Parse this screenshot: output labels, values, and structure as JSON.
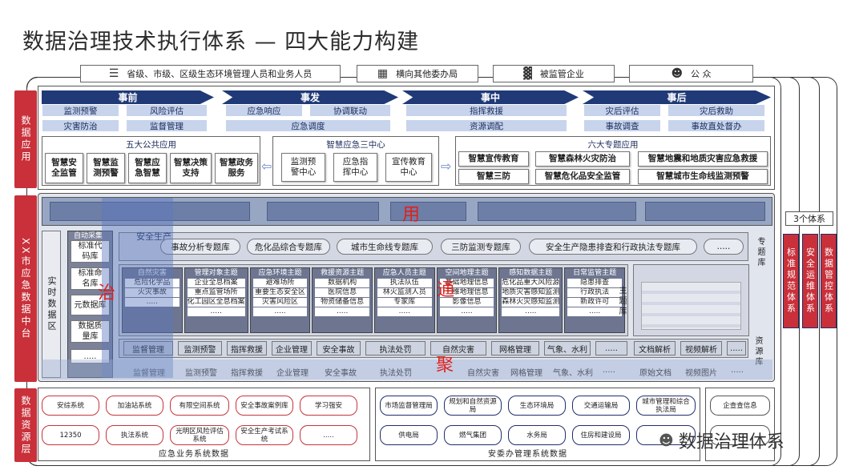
{
  "title": "数据治理技术执行体系 — 四大能力构建",
  "users": [
    {
      "icon": "person-list-icon",
      "label": "省级、市级、区级生态环境管理人员和业务人员"
    },
    {
      "icon": "building-icon",
      "label": "横向其他委办局"
    },
    {
      "icon": "factory-icon",
      "label": "被监管企业"
    },
    {
      "icon": "people-icon",
      "label": "公 众"
    }
  ],
  "side_labels": {
    "app": "数据应用",
    "platform": "XX市应急数据中台",
    "source": "数据资源层"
  },
  "phases": [
    {
      "name": "事前",
      "tags": [
        "监测预警",
        "风险评估",
        "灾害防治",
        "监督管理"
      ]
    },
    {
      "name": "事发",
      "tags": [
        "应急响应",
        "协调联动",
        "应急调度"
      ]
    },
    {
      "name": "事中",
      "tags": [
        "指挥救援",
        "资源调配"
      ]
    },
    {
      "name": "事后",
      "tags": [
        "灾后评估",
        "灾后救助",
        "事故调查",
        "事故直处督办"
      ]
    }
  ],
  "groups": {
    "public": {
      "title": "五大公共应用",
      "items": [
        "智慧安全监管",
        "智慧监测预警",
        "智慧应急智慧",
        "智慧决策支持",
        "智慧政务服务"
      ]
    },
    "centers": {
      "title": "智慧应急三中心",
      "items": [
        "监测预警中心",
        "应急指挥中心",
        "宣传教育中心"
      ]
    },
    "special": {
      "title": "六大专题应用",
      "items": [
        "智慧宣传教育",
        "智慧森林火灾防治",
        "智慧地震和地质灾害应急救援",
        "智慧三防",
        "智慧危化品安全监管",
        "智慧城市生命线监测预警"
      ]
    }
  },
  "platform": {
    "realtime": "实时数据区",
    "left_items": [
      "标准代码库",
      "标准命名库",
      "元数据库",
      "数据质量库",
      "....."
    ],
    "left_top": "自动采集",
    "overlay_char_top": "安全生产",
    "topic_label": "专题库",
    "topics": [
      "事故分析专题库",
      "危化品综合专题库",
      "城市生命线专题库",
      "三防监测专题库",
      "安全生产隐患排查和行政执法专题库",
      "....."
    ],
    "theme_label": "主题库",
    "themes": [
      {
        "head": "自然灾害",
        "cells": [
          "危险化学品",
          "火灾事故",
          "....."
        ]
      },
      {
        "head": "管理对象主题",
        "cells": [
          "企业全息档案",
          "重点监管场所",
          "化工园区全息档案",
          "....."
        ]
      },
      {
        "head": "应急环境主题",
        "cells": [
          "避难场所",
          "重要生态安全区",
          "灾害风险区",
          "....."
        ]
      },
      {
        "head": "救援资源主题",
        "cells": [
          "数据机构",
          "医院信息",
          "物资储备信息",
          "....."
        ]
      },
      {
        "head": "应急人员主题",
        "cells": [
          "执法队伍",
          "林火监测人员",
          "专家库",
          "....."
        ]
      },
      {
        "head": "空间地理主题",
        "cells": [
          "基础地理信息",
          "三维地理信息",
          "影像信息",
          "....."
        ]
      },
      {
        "head": "感知数据主题",
        "cells": [
          "危化品重大风险源",
          "地质灾害感知监测",
          "森林火灾感知监测",
          "....."
        ]
      },
      {
        "head": "日常监管主题",
        "cells": [
          "隐患排查",
          "行政执法",
          "新政许可",
          "....."
        ]
      }
    ],
    "res_label": "资源库",
    "res_items": [
      "监督管理",
      "监测预警",
      "指挥救援",
      "企业管理",
      "安全事故",
      "执法处罚",
      "自然灾害",
      "网格管理",
      "气象、水利",
      ".....",
      "文档解析",
      "视频解析",
      "....."
    ],
    "src_labels": [
      "监督管理",
      "监测预警",
      "指挥救援",
      "企业管理",
      "安全事故",
      "执法处罚",
      "自然灾害",
      "网格管理",
      "气象、水利",
      ".....",
      "原始文档",
      "视频图片",
      "....."
    ],
    "overlay_chars": [
      "用",
      "通",
      "治",
      "聚"
    ]
  },
  "sources": {
    "emergency": {
      "title": "应急业务系统数据",
      "items": [
        "安综系统",
        "加油站系统",
        "有限空间系统",
        "安全事故案例库",
        "学习强安",
        "12350",
        "执法系统",
        "光明区风险评估系统",
        "安全生产考试系统",
        "....."
      ]
    },
    "committee": {
      "title": "安委办管理系统数据",
      "items": [
        "市场监督管理局",
        "规划和自然资源局",
        "生态环境局",
        "交通运输局",
        "城市管理和综合执法局",
        "供电局",
        "燃气集团",
        "水务局",
        "住房和建设局",
        "....."
      ]
    },
    "enterprise": {
      "items": [
        "企查查信息",
        "....."
      ]
    }
  },
  "systems": {
    "title": "3个体系",
    "items": [
      "标准规范体系",
      "安全运维体系",
      "数据管控体系"
    ]
  },
  "watermark": "数据治理体系",
  "colors": {
    "navy": "#1f2f6c",
    "red": "#c9303a",
    "light_blue": "#c7d4ec"
  }
}
